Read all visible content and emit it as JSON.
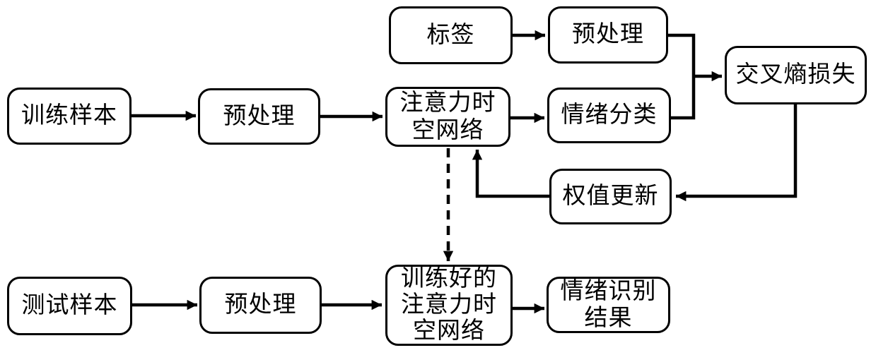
{
  "colors": {
    "background": "#ffffff",
    "line": "#000000",
    "text": "#000000"
  },
  "nodes": {
    "label_input": {
      "label": "标签"
    },
    "preprocess_label": {
      "label": "预处理"
    },
    "cross_entropy": {
      "label": "交叉熵损失"
    },
    "train_sample": {
      "label": "训练样本"
    },
    "preprocess_train": {
      "label": "预处理"
    },
    "attention_net": {
      "label": "注意力时\n空网络"
    },
    "emotion_classify": {
      "label": "情绪分类"
    },
    "weight_update": {
      "label": "权值更新"
    },
    "test_sample": {
      "label": "测试样本"
    },
    "preprocess_test": {
      "label": "预处理"
    },
    "trained_net": {
      "label": "训练好的\n注意力时\n空网络"
    },
    "emotion_result": {
      "label": "情绪识别\n结果"
    }
  },
  "edges": [
    {
      "from": "train_sample",
      "to": "preprocess_train",
      "style": "solid-arrow"
    },
    {
      "from": "preprocess_train",
      "to": "attention_net",
      "style": "solid-arrow"
    },
    {
      "from": "label_input",
      "to": "preprocess_label",
      "style": "solid-arrow"
    },
    {
      "from": "attention_net",
      "to": "emotion_classify",
      "style": "solid-arrow"
    },
    {
      "from": "preprocess_label",
      "to": "cross_entropy",
      "style": "solid-arrow-merged"
    },
    {
      "from": "emotion_classify",
      "to": "cross_entropy",
      "style": "solid-arrow-merged"
    },
    {
      "from": "cross_entropy",
      "to": "weight_update",
      "style": "solid-arrow"
    },
    {
      "from": "weight_update",
      "to": "attention_net",
      "style": "solid-arrow"
    },
    {
      "from": "attention_net",
      "to": "trained_net",
      "style": "dashed-arrow"
    },
    {
      "from": "test_sample",
      "to": "preprocess_test",
      "style": "solid-arrow"
    },
    {
      "from": "preprocess_test",
      "to": "trained_net",
      "style": "solid-arrow"
    },
    {
      "from": "trained_net",
      "to": "emotion_result",
      "style": "solid-arrow"
    }
  ]
}
